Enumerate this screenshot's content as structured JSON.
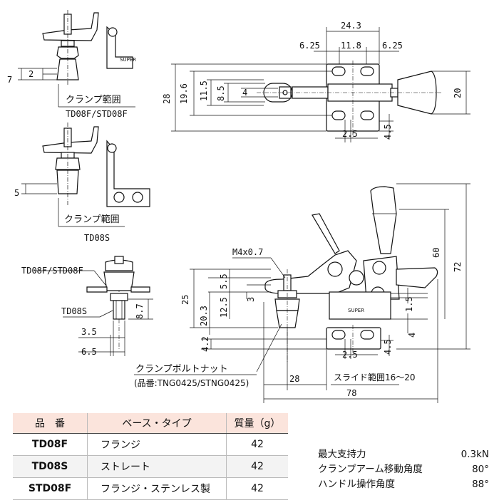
{
  "labels": {
    "clamp_range": "クランプ範囲",
    "td08f_std08f": "TD08F/STD08F",
    "td08s": "TD08S",
    "m4x07": "M4x0.7",
    "bolt_nut": "クランプボルトナット",
    "part_no": "(品番:TNG0425/STNG0425)",
    "slide_range": "スライド範囲16～20",
    "super": "SUPER"
  },
  "dims": {
    "d7": "7",
    "d2": "2",
    "d5": "5",
    "d87": "8.7",
    "d35": "3.5",
    "d65": "6.5",
    "d243": "24.3",
    "d625a": "6.25",
    "d118": "11.8",
    "d625b": "6.25",
    "d28": "28",
    "d196": "19.6",
    "d115": "11.5",
    "d85": "8.5",
    "d4": "4",
    "d20": "20",
    "d25a": "2.5",
    "d45a": "4.5",
    "d60": "60",
    "d72": "72",
    "d25": "25",
    "d55": "5.5",
    "d125": "12.5",
    "d3": "3",
    "d203": "20.3",
    "d15": "1.5",
    "d4b": "4",
    "d42": "4.2",
    "d25b": "2.5",
    "d45b": "4.5",
    "d28b": "28",
    "d78": "78"
  },
  "table": {
    "headers": [
      "品　番",
      "ベース・タイプ",
      "質量（g）"
    ],
    "rows": [
      {
        "model": "TD08F",
        "type": "フランジ",
        "mass": "42"
      },
      {
        "model": "TD08S",
        "type": "ストレート",
        "mass": "42"
      },
      {
        "model": "STD08F",
        "type": "フランジ・ステンレス製",
        "mass": "42"
      }
    ]
  },
  "props": [
    {
      "label": "最大支持力",
      "value": "0.3kN"
    },
    {
      "label": "クランプアーム移動角度",
      "value": "80°"
    },
    {
      "label": "ハンドル操作角度",
      "value": "88°"
    }
  ]
}
